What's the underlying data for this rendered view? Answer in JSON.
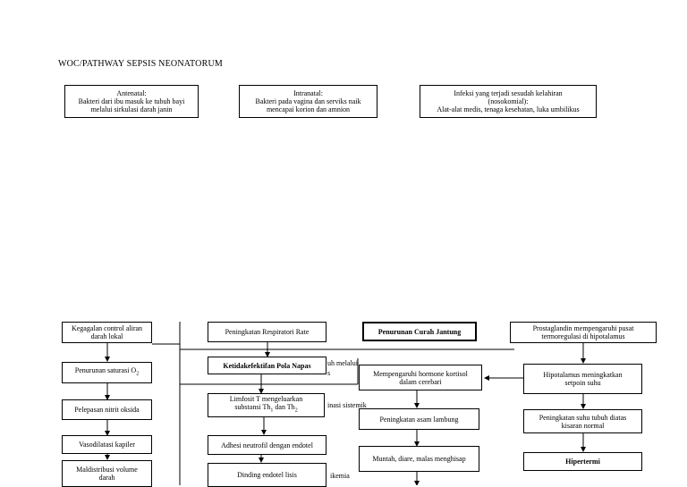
{
  "title": "WOC/PATHWAY SEPSIS NEONATORUM",
  "top_boxes": {
    "antenatal": [
      "Antenatal:",
      "Bakteri dari ibu masuk ke tubuh bayi",
      "melalui sirkulasi darah janin"
    ],
    "intranatal": [
      "Intranatal:",
      "Bakteri pada vagina dan serviks naik",
      "mencapai korion dan amnion"
    ],
    "infeksi": [
      "Infeksi yang terjadi sesudah kelahiran",
      "(nosokomial):",
      "Alat-alat medis, tenaga kesehatan, luka umbilikus"
    ]
  },
  "col1": {
    "kegagalan": [
      "Kegagalan control aliran",
      "darah lokal"
    ],
    "penurunan_saturasi": "Penurunan saturasi O",
    "penurunan_saturasi_sub": "2",
    "pelepasan": "Pelepasan nitrit oksida",
    "vasodilatasi": "Vasodilatasi kapiler",
    "maldistribusi": [
      "Maldistribusi volume",
      "darah"
    ]
  },
  "col2": {
    "peningkatan_rr": "Peningkatan Respiratori Rate",
    "ketidakefektifan": "Ketidakefektifan Pola Napas",
    "limfosit_1": "Limfosit T mengeluarkan",
    "limfosit_2": "substansi Th",
    "limfosit_sub1": "1",
    "limfosit_mid": " dan Th",
    "limfosit_sub2": "2",
    "adhesi": "Adhesi neutrofil dengan endotel",
    "dinding": "Dinding endotel lisis"
  },
  "fragments": {
    "frag1": "uh melalui",
    "frag2": "s",
    "frag3": "inasi sistemik",
    "frag4": "ikemia"
  },
  "col3": {
    "penurunan_curah": "Penurunan Curah Jantung",
    "mempengaruhi": [
      "Mempengaruhi hormone kortisol",
      "dalam cerebari"
    ],
    "peningkatan_asam": "Peningkatan asam lambung",
    "muntah": "Muntah, diare, malas menghisap"
  },
  "col4": {
    "prostaglandin": [
      "Prostaglandin mempengaruhi pusat",
      "termoregulasi di hipotalamus"
    ],
    "hipotalamus": [
      "Hipotalamus meningkatkan",
      "setpoin suhu"
    ],
    "peningkatan_suhu": [
      "Peningkatan suhu tubuh diatas",
      "kisaran normal"
    ],
    "hipertermi": "Hipertermi"
  }
}
